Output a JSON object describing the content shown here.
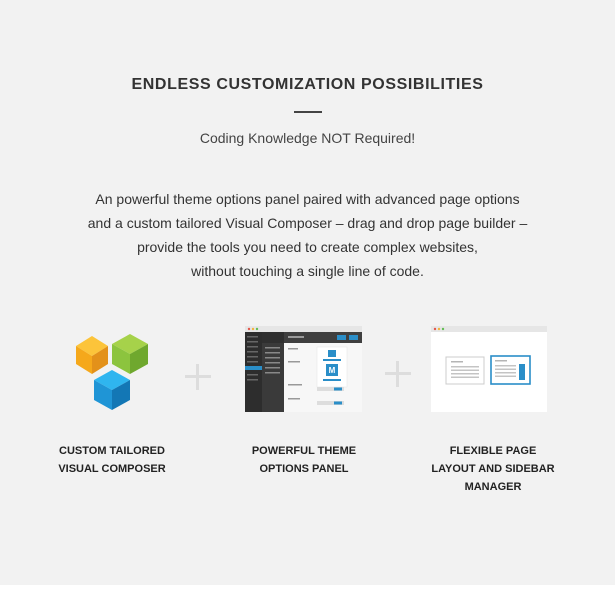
{
  "heading": "ENDLESS CUSTOMIZATION POSSIBILITIES",
  "subheading": "Coding Knowledge NOT Required!",
  "description_lines": [
    "An powerful theme options panel paired with advanced page options",
    "and a custom tailored Visual Composer – drag and drop page builder –",
    "provide the tools you need to create complex websites,",
    "without touching a single line of code."
  ],
  "features": [
    {
      "icon": "visual-composer-logo-icon",
      "caption_lines": [
        "CUSTOM TAILORED",
        "VISUAL COMPOSER"
      ]
    },
    {
      "icon": "theme-options-panel-screenshot",
      "caption_lines": [
        "POWERFUL THEME",
        "OPTIONS PANEL"
      ]
    },
    {
      "icon": "page-layout-sidebar-icon",
      "caption_lines": [
        "FLEXIBLE PAGE",
        "LAYOUT AND SIDEBAR",
        "MANAGER"
      ]
    }
  ],
  "separator_icon": "plus-icon",
  "colors": {
    "background": "#f2f2f2",
    "vc_yellow": "#f7b21a",
    "vc_green": "#8ec63f",
    "vc_blue": "#1f9cdb",
    "accent_blue": "#2a8ec8"
  }
}
